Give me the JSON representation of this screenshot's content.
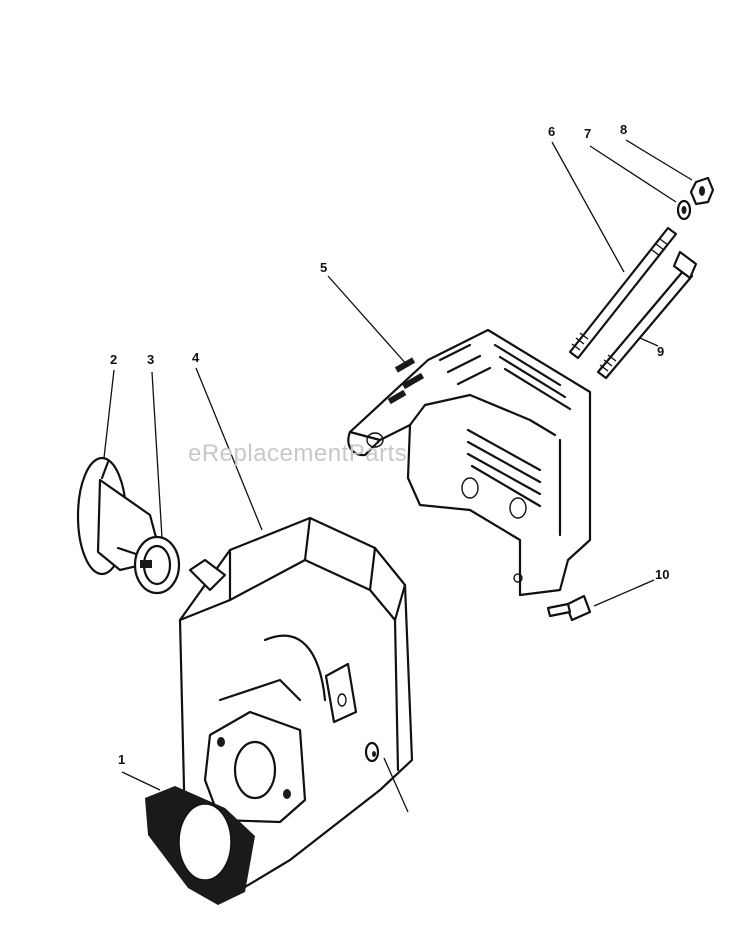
{
  "watermark": "eReplacementParts",
  "callouts": [
    "1",
    "2",
    "3",
    "4",
    "5",
    "6",
    "7",
    "8",
    "9",
    "10"
  ]
}
